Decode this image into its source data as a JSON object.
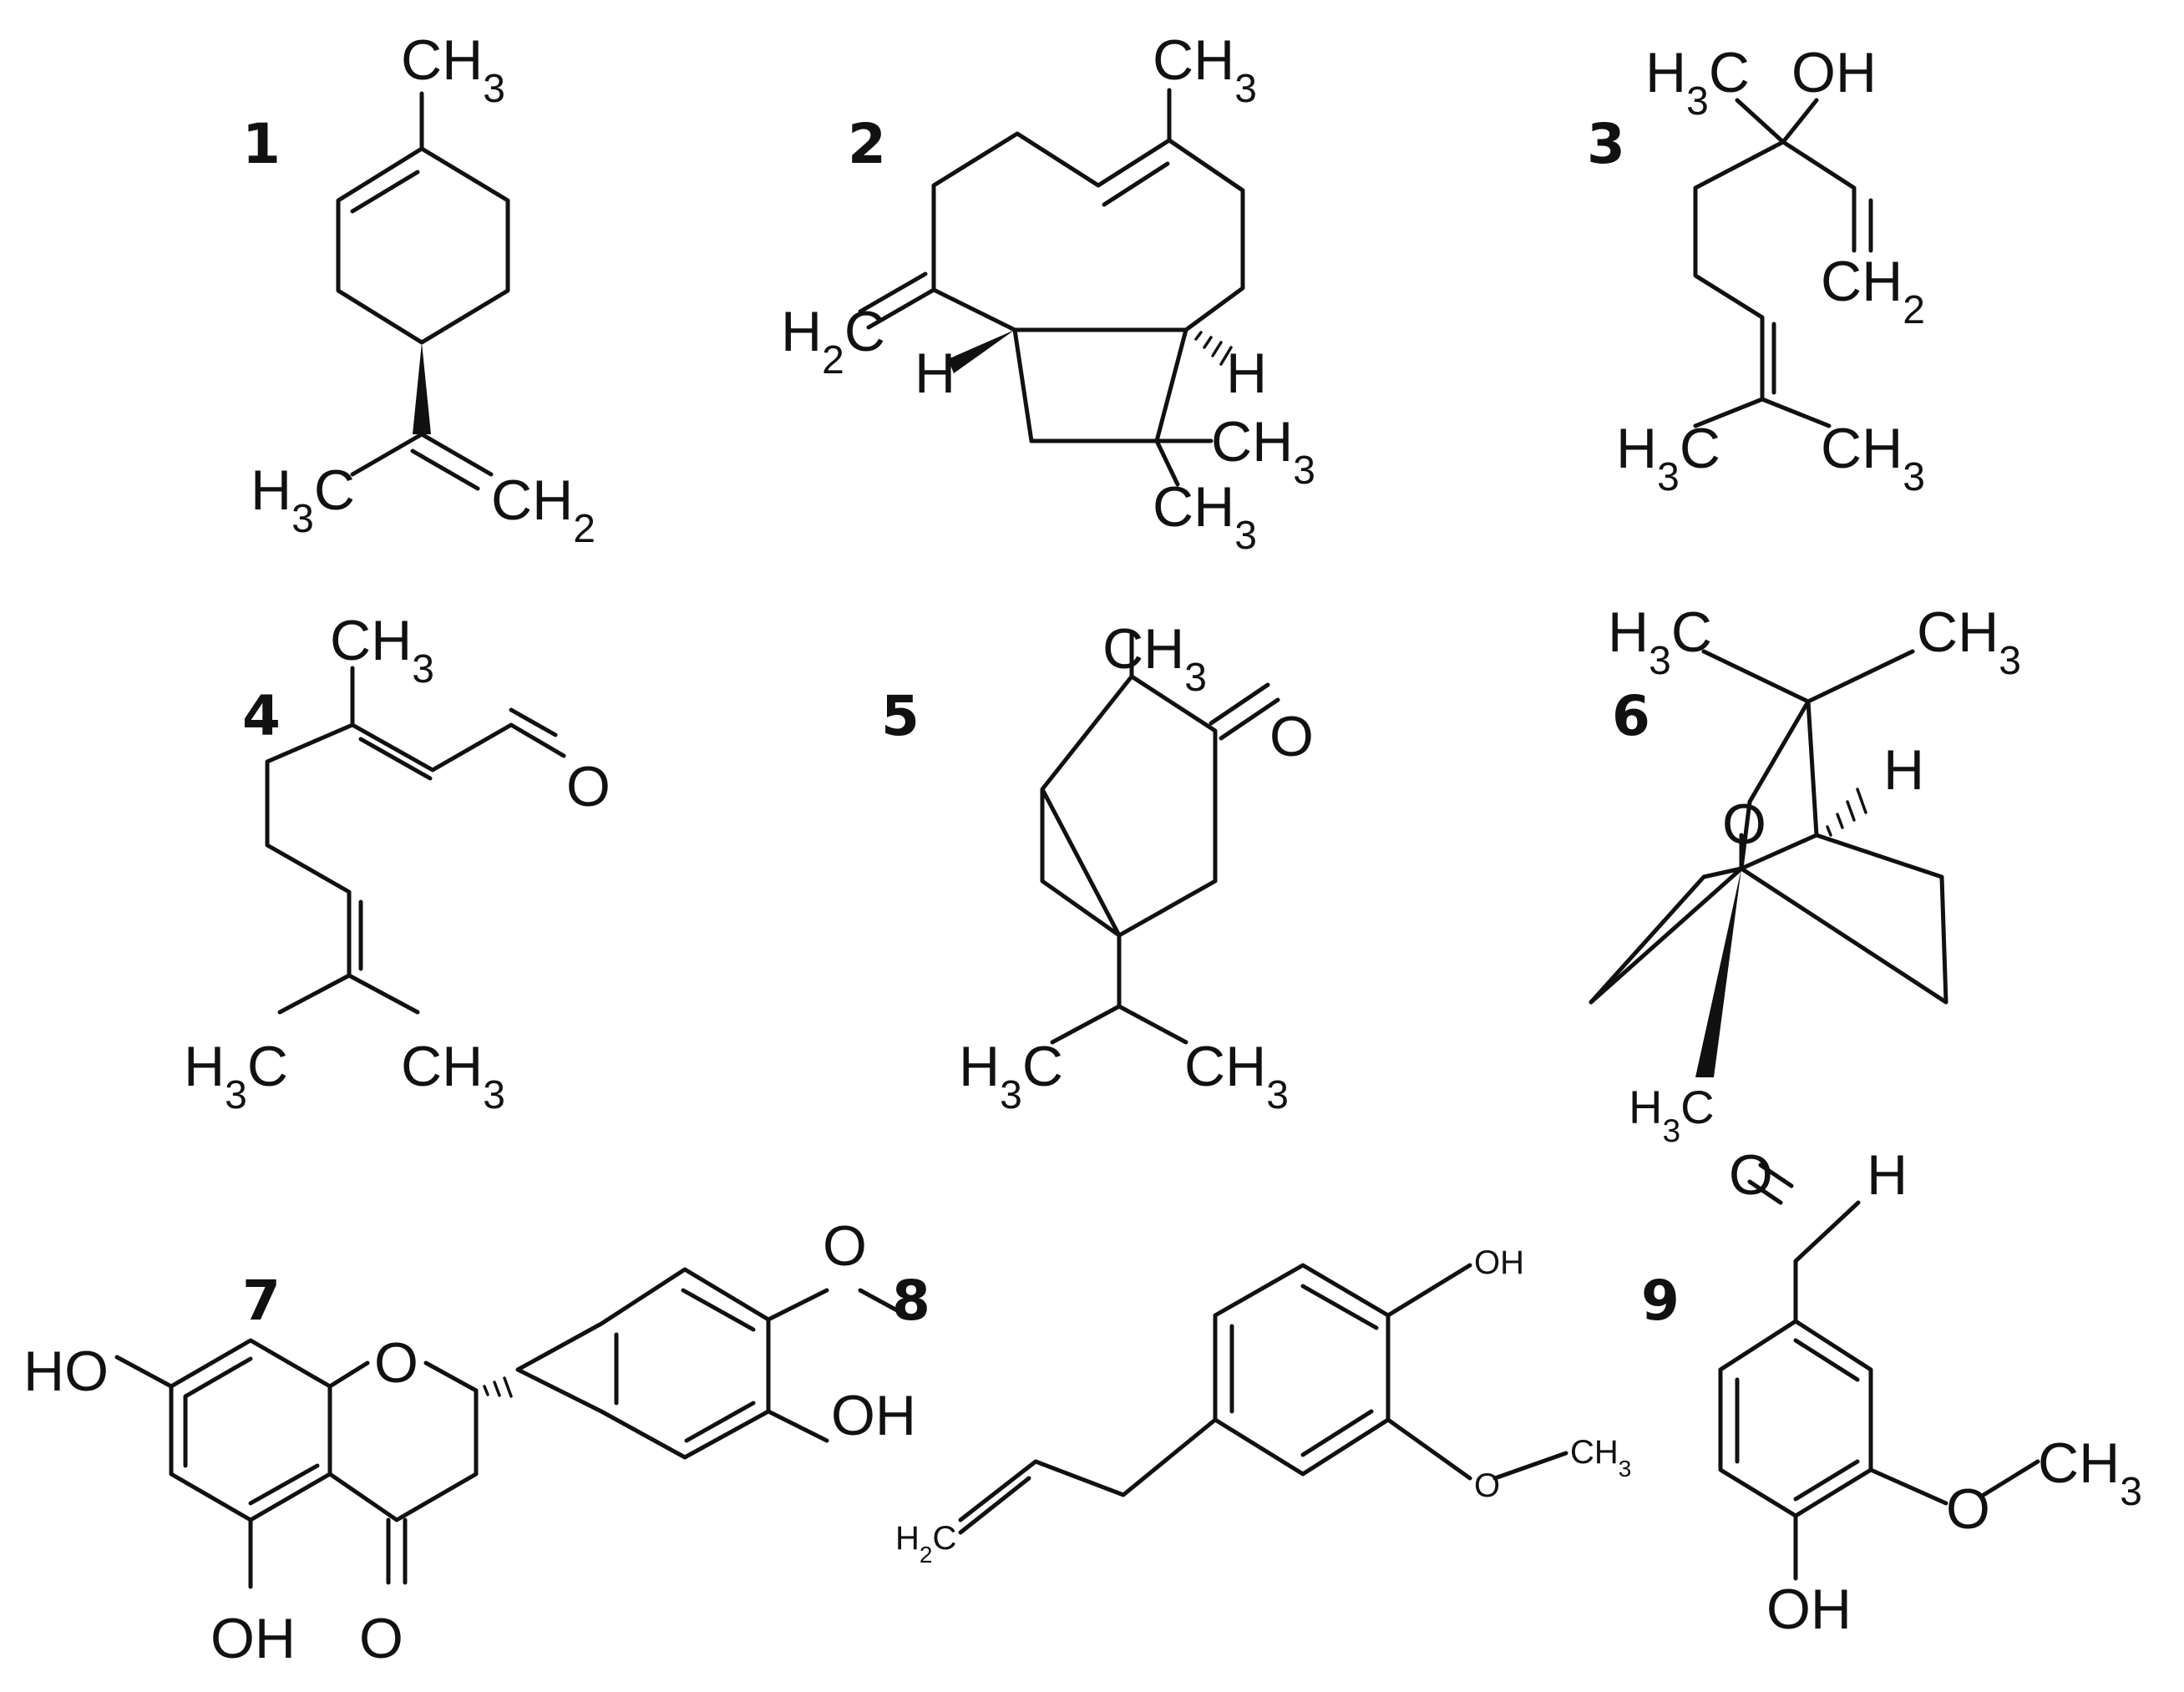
{
  "compounds": [
    {
      "number": "1",
      "labels": {
        "top": "CH3",
        "bottom_left": "H3C",
        "bottom_right": "CH2"
      }
    },
    {
      "number": "2",
      "labels": {
        "top": "CH3",
        "left": "H2C",
        "h_left": "H",
        "h_right": "H",
        "right_1": "CH3",
        "right_2": "CH3"
      }
    },
    {
      "number": "3",
      "labels": {
        "top_left": "H3C",
        "top_right": "OH",
        "vinyl": "CH2",
        "bottom_left": "H3C",
        "bottom_right": "CH3"
      }
    },
    {
      "number": "4",
      "labels": {
        "top": "CH3",
        "carbonyl": "O",
        "bottom_left": "H3C",
        "bottom_right": "CH3"
      }
    },
    {
      "number": "5",
      "labels": {
        "top": "CH3",
        "carbonyl": "O",
        "bottom_left": "H3C",
        "bottom_right": "CH3"
      }
    },
    {
      "number": "6",
      "labels": {
        "top_left": "H3C",
        "top_right": "CH3",
        "h": "H",
        "oxygen": "O",
        "bottom": "H3C"
      }
    },
    {
      "number": "7",
      "labels": {
        "oh_left": "HO",
        "ring_o": "O",
        "methoxy_o": "O",
        "oh_right": "OH",
        "oh_bottom": "OH",
        "carbonyl": "O"
      }
    },
    {
      "number": "8",
      "labels": {
        "oh": "OH",
        "methoxy_o": "O",
        "methyl": "CH3",
        "vinyl": "H2C"
      }
    },
    {
      "number": "9",
      "labels": {
        "carbonyl": "O",
        "h": "H",
        "methoxy_o": "O",
        "methyl": "CH3",
        "oh": "OH"
      }
    }
  ]
}
